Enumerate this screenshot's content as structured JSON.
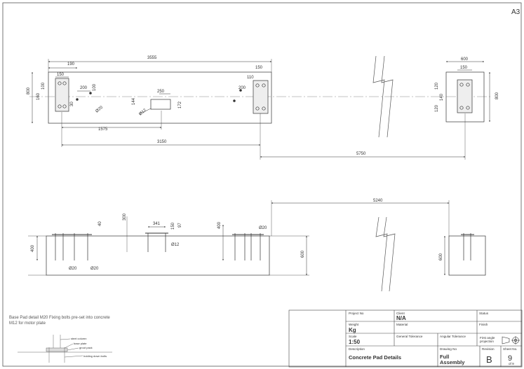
{
  "sheet_size": "A3",
  "notes": {
    "line1": "Base Pad detail M20 Fixing bolts pre-set into concrete",
    "line2": "M12 for motor plate"
  },
  "detail_labels": {
    "steel_column": "steel column",
    "base_plate": "base plate",
    "grout_pack": "grout pack",
    "holding_down_bolts": "holding down bolts"
  },
  "plan_dims": {
    "overall_length": "3555",
    "edge_to_plate": "190",
    "plate_width_left": "150",
    "bolt_spacing": "200",
    "vertical_100": "100",
    "depth_800_left": "800",
    "v_160": "160",
    "v_100b": "100",
    "v_30": "30",
    "bolt_dia": "Ø20",
    "slot_width": "250",
    "slot_h144": "144",
    "slot_h172": "172",
    "slot_dia": "Ø12",
    "right_offset_110": "110",
    "right_200": "200",
    "plate_width_right": "150",
    "to_slot_1575": "1575",
    "between_plates_3150": "3150",
    "pad_width": "600",
    "pad_plate_150": "150",
    "pad_v_120a": "120",
    "pad_v_120b": "120",
    "pad_v_140": "140",
    "pad_depth_800": "800",
    "separation_5750": "5750"
  },
  "elevation_dims": {
    "separation_5240": "5240",
    "height_400_left": "400",
    "dia_20a": "Ø20",
    "dia_20b": "Ø20",
    "bolt_proj_40": "40",
    "slot_300": "300",
    "slot_341": "341",
    "slot_150": "150",
    "slot_97": "97",
    "slot_dia12": "Ø12",
    "height_400_right": "400",
    "dia_20c": "Ø20",
    "height_600": "600",
    "pad_height_600": "600"
  },
  "title_block": {
    "project_no_label": "Project No",
    "project_no_value": "",
    "client_label": "Client",
    "client_value": "N/A",
    "status_label": "Status",
    "status_value": "",
    "weight_label": "Weight",
    "weight_value": "Kg",
    "material_label": "Material",
    "finish_label": "Finish",
    "scale_label": "Scale",
    "scale_value": "1:50",
    "general_tolerance_label": "General Tolerance",
    "angular_tolerance_label": "Angular Tolerance",
    "projection_label_1": "First angle",
    "projection_label_2": "projection",
    "description_label": "Description",
    "description_value": "Concrete Pad Details",
    "drawing_no_label": "Drawing No",
    "drawing_no_value_1": "Full",
    "drawing_no_value_2": "Assembly",
    "revision_label": "Revision",
    "revision_value": "B",
    "sheet_no_label": "Sheet No.",
    "sheet_no_value": "9",
    "sheet_of": "of 9"
  }
}
